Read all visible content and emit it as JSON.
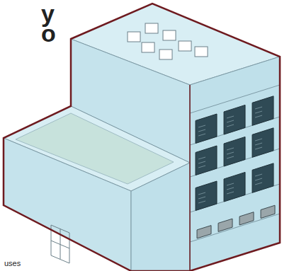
{
  "diagram": {
    "labels": [
      "y",
      "o",
      "uses"
    ]
  }
}
